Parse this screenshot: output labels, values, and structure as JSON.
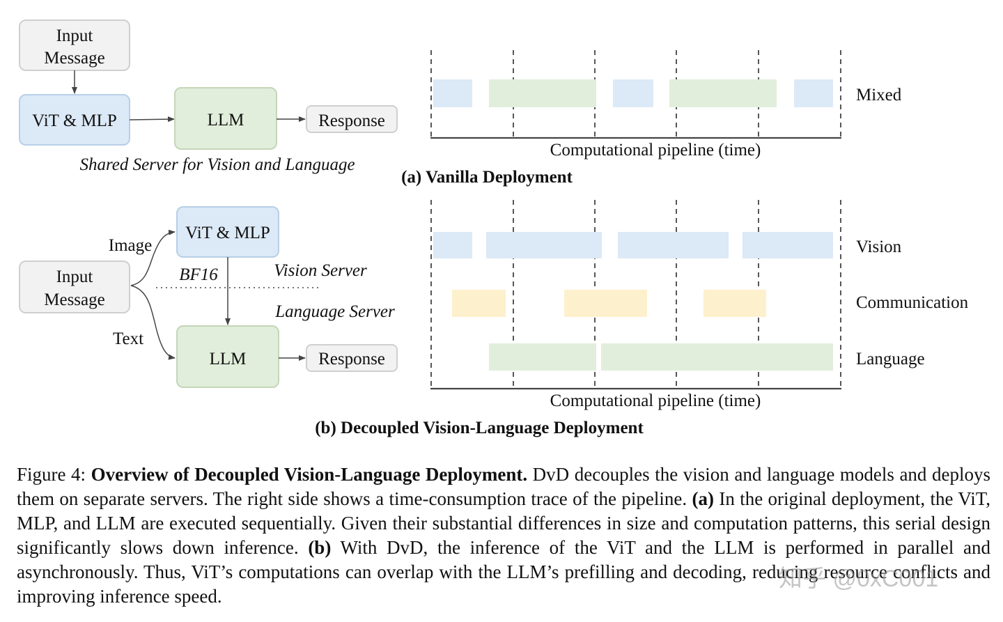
{
  "top": {
    "input_line1": "Input",
    "input_line2": "Message",
    "vit": "ViT & MLP",
    "llm": "LLM",
    "response": "Response",
    "server_label": "Shared Server for Vision  and Language",
    "row_label": "Mixed",
    "axis_label": "Computational pipeline (time)",
    "subtitle": "(a) Vanilla Deployment"
  },
  "bottom": {
    "vit": "ViT & MLP",
    "input_line1": "Input",
    "input_line2": "Message",
    "image_label": "Image",
    "text_label": "Text",
    "bf16": "BF16",
    "vision_server": "Vision Server",
    "language_server": "Language Server",
    "llm": "LLM",
    "response": "Response",
    "row_vision": "Vision",
    "row_communication": "Communication",
    "row_language": "Language",
    "axis_label": "Computational pipeline (time)",
    "subtitle": "(b) Decoupled Vision-Language Deployment"
  },
  "caption": {
    "figure_label": "Figure 4:",
    "title": "Overview of Decoupled Vision-Language Deployment.",
    "sentence1": " DvD decouples the vision and language models and deploys them on separate servers. The right side shows a time-consumption trace of the pipeline. ",
    "a_label": "(a)",
    "a_text": " In the original deployment, the ViT, MLP, and LLM are executed sequentially.  Given their substantial differences in size and computation patterns, this serial design significantly slows down inference. ",
    "b_label": "(b)",
    "b_text": " With DvD, the inference of the ViT and the LLM is performed in parallel and asynchronously. Thus, ViT’s computations can overlap with the LLM’s prefilling and decoding, reducing resource conflicts and improving inference speed."
  },
  "watermark": "知乎 @0xC001",
  "colors": {
    "vision": "#dce9f6",
    "vision_border": "#b8cfe6",
    "language": "#e1eedb",
    "language_border": "#c3d6b8",
    "communication": "#fdf0cc",
    "neutral": "#f2f2f2",
    "neutral_border": "#cfcfcf"
  }
}
